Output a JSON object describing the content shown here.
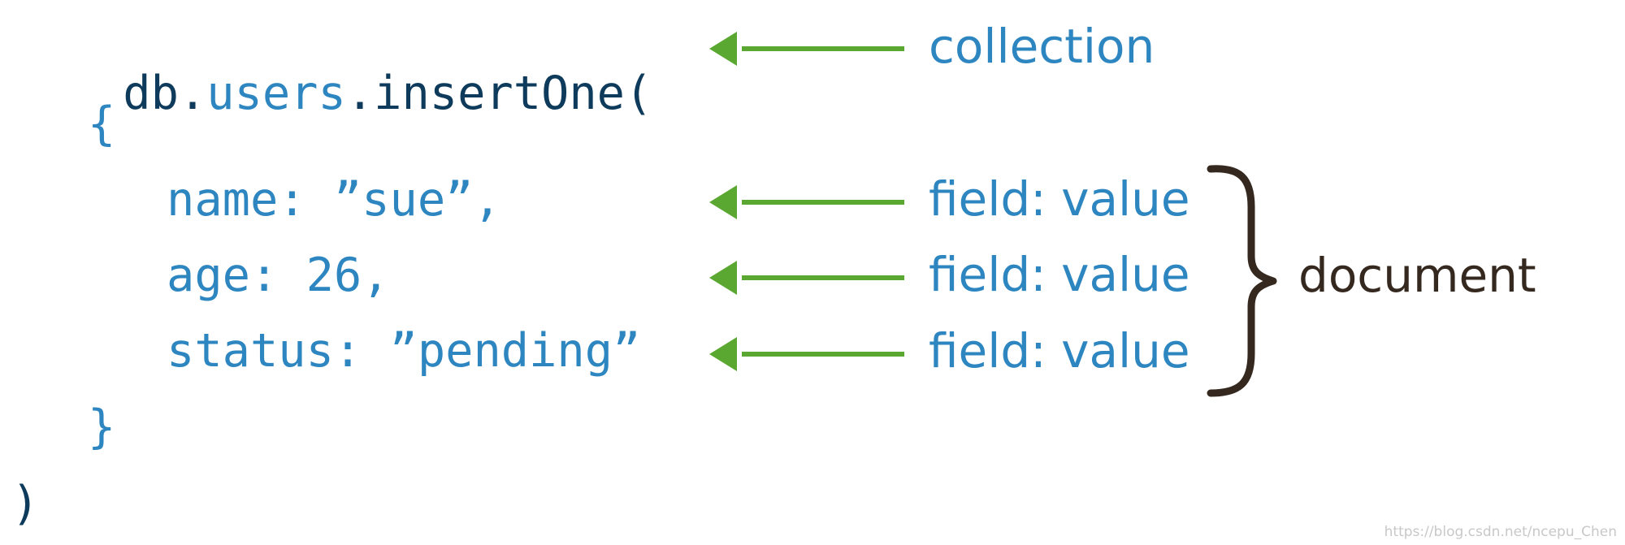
{
  "colors": {
    "dark": "#0e3a5b",
    "blue": "#2e86c1",
    "arrow": "#5aa832",
    "brace": "#35281e",
    "document_text": "#35281e",
    "watermark": "#c8c8c8"
  },
  "code": {
    "line1": {
      "prefix": "db.",
      "collection": "users",
      "suffix": ".insertOne("
    },
    "open_brace": "{",
    "field1": "name: ”sue”,",
    "field2": "age: 26,",
    "field3": "status: ”pending”",
    "close_brace": "}",
    "close_paren": ")"
  },
  "annotations": {
    "collection": "collection",
    "field_value_1": "field: value",
    "field_value_2": "field: value",
    "field_value_3": "field: value",
    "document": "document"
  },
  "icons": {
    "arrow": "left-arrow-icon",
    "brace": "right-curly-brace-icon"
  },
  "watermark": "https://blog.csdn.net/ncepu_Chen"
}
